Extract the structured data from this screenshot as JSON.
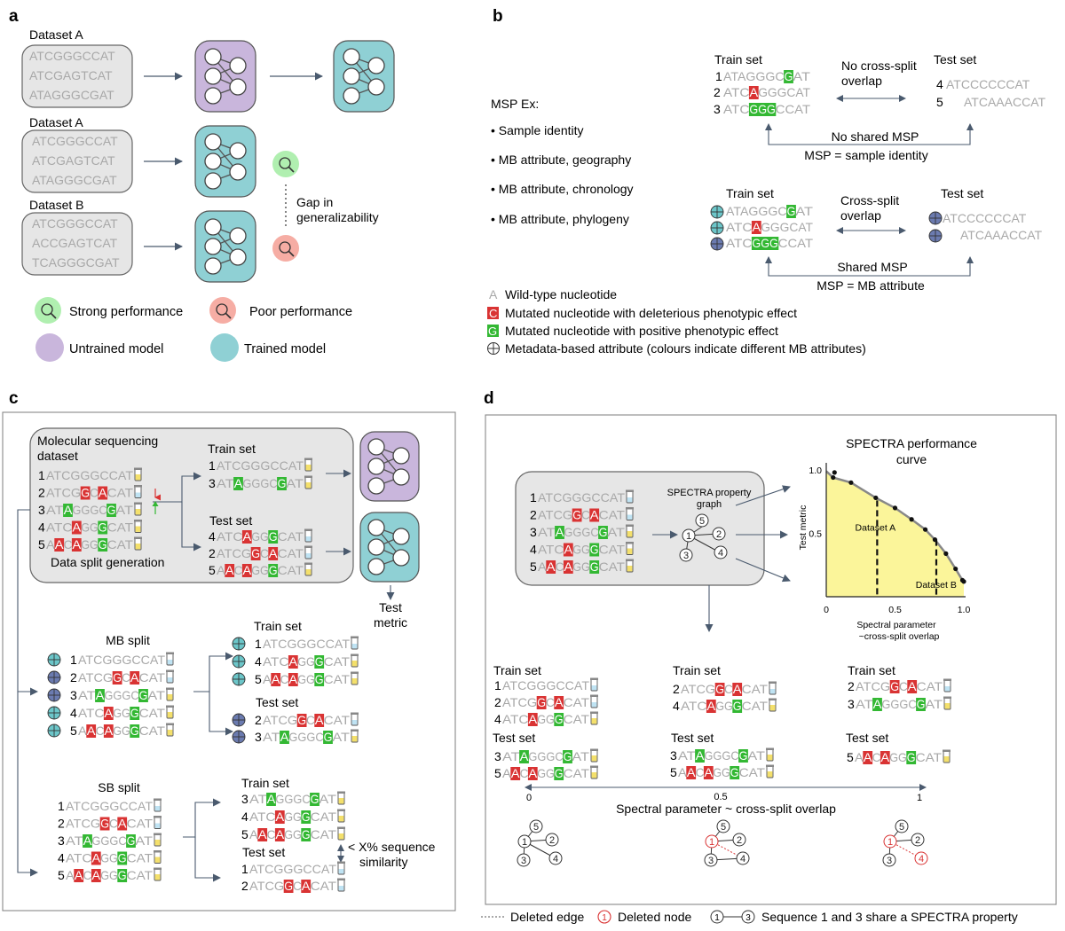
{
  "panels": {
    "a": "a",
    "b": "b",
    "c": "c",
    "d": "d"
  },
  "colors": {
    "purple": "#c9b6dc",
    "teal": "#8fd0d4",
    "gray_box": "#e6e6e6",
    "mut_red": "#d93333",
    "pos_green": "#33b833",
    "wild_gray": "#a8a8a8",
    "yellow_fill": "#fbf59a",
    "arrow": "#4a5a6e"
  },
  "panel_a": {
    "dataset_a1": {
      "title": "Dataset A",
      "seqs": [
        "ATCGGGCCAT",
        "ATCGAGTCAT",
        "ATAGGGCGAT"
      ]
    },
    "dataset_a2": {
      "title": "Dataset A",
      "seqs": [
        "ATCGGGCCAT",
        "ATCGAGTCAT",
        "ATAGGGCGAT"
      ]
    },
    "dataset_b": {
      "title": "Dataset B",
      "seqs": [
        "ATCGGGCCAT",
        "ACCGAGTCAT",
        "TCAGGGCGAT"
      ]
    },
    "gap_label": [
      "Gap in",
      "generalizability"
    ],
    "legend": {
      "strong": "Strong performance",
      "poor": "Poor performance",
      "untrained": "Untrained model",
      "trained": "Trained model"
    }
  },
  "panel_b": {
    "msp_title": "MSP Ex:",
    "msp_items": [
      "• Sample identity",
      "• MB attribute, geography",
      "• MB attribute, chronology",
      "• MB attribute, phylogeny"
    ],
    "top": {
      "train_title": "Train set",
      "test_title": "Test set",
      "train_nums": [
        "1",
        "2",
        "3"
      ],
      "test_nums": [
        "4",
        "5"
      ],
      "overlap": [
        "No cross-split",
        "overlap"
      ],
      "shared": "No shared MSP",
      "msp_eq": "MSP = sample identity",
      "train_seqs": [
        [
          [
            "ATAGGGC",
            "g"
          ],
          [
            "G",
            "pos"
          ],
          [
            "AT",
            "g"
          ]
        ],
        [
          [
            "ATC",
            "g"
          ],
          [
            "A",
            "mut"
          ],
          [
            "GGGCAT",
            "g"
          ]
        ],
        [
          [
            "ATC",
            "g"
          ],
          [
            "GGG",
            "pos"
          ],
          [
            "CCAT",
            "g"
          ]
        ]
      ],
      "test_seqs": [
        "ATCCCCCCAT",
        "ATCAAACCAT"
      ]
    },
    "bottom": {
      "train_title": "Train set",
      "test_title": "Test set",
      "overlap": [
        "Cross-split",
        "overlap"
      ],
      "shared": "Shared MSP",
      "msp_eq": "MSP = MB attribute",
      "test_seqs": [
        "ATCCCCCCAT",
        "ATCAAACCAT"
      ]
    },
    "legend": {
      "wild_char": "A",
      "wild": "Wild-type nucleotide",
      "mut_char": "C",
      "mut": "Mutated nucleotide with deleterious phenotypic effect",
      "pos_char": "G",
      "pos": "Mutated nucleotide with positive phenotypic effect",
      "mb": "Metadata-based attribute (colours indicate different MB attributes)"
    }
  },
  "panel_c": {
    "dataset_title": [
      "Molecular sequencing",
      "dataset"
    ],
    "nums": [
      "1",
      "2",
      "3",
      "4",
      "5"
    ],
    "split_gen": "Data split generation",
    "train": "Train set",
    "test": "Test set",
    "test_metric": [
      "Test",
      "metric"
    ],
    "mb_split": "MB split",
    "sb_split": "SB split",
    "similarity": [
      "< X% sequence",
      "similarity"
    ],
    "seqs": {
      "s1": [
        [
          "ATCGGGCCAT",
          "g"
        ]
      ],
      "s2": [
        [
          "ATCG",
          "g"
        ],
        [
          "G",
          "mut"
        ],
        [
          "C",
          "g"
        ],
        [
          "A",
          "mut"
        ],
        [
          "CAT",
          "g"
        ]
      ],
      "s3": [
        [
          "AT",
          "g"
        ],
        [
          "A",
          "pos"
        ],
        [
          "GGGC",
          "g"
        ],
        [
          "G",
          "pos"
        ],
        [
          "AT",
          "g"
        ]
      ],
      "s4": [
        [
          "ATC",
          "g"
        ],
        [
          "A",
          "mut"
        ],
        [
          "GG",
          "g"
        ],
        [
          "G",
          "pos"
        ],
        [
          "CAT",
          "g"
        ]
      ],
      "s5": [
        [
          "A",
          "g"
        ],
        [
          "A",
          "mut"
        ],
        [
          "C",
          "g"
        ],
        [
          "A",
          "mut"
        ],
        [
          "GG",
          "g"
        ],
        [
          "G",
          "pos"
        ],
        [
          "CAT",
          "g"
        ]
      ]
    }
  },
  "panel_d": {
    "nums": [
      "1",
      "2",
      "3",
      "4",
      "5"
    ],
    "prop_graph": [
      "SPECTRA property",
      "graph"
    ],
    "curve_title": [
      "SPECTRA performance",
      "curve"
    ],
    "ylabel": "Test metric",
    "xlabel": [
      "Spectral parameter",
      "~cross-split overlap"
    ],
    "yticks": [
      "1.0",
      "0.5"
    ],
    "xticks": [
      "0",
      "0.5",
      "1.0"
    ],
    "dataset_a": "Dataset A",
    "dataset_b": "Dataset B",
    "curve_points": [
      [
        0.05,
        0.94
      ],
      [
        0.18,
        0.9
      ],
      [
        0.36,
        0.78
      ],
      [
        0.5,
        0.7
      ],
      [
        0.62,
        0.61
      ],
      [
        0.72,
        0.53
      ],
      [
        0.79,
        0.45
      ],
      [
        0.87,
        0.34
      ],
      [
        0.94,
        0.22
      ],
      [
        0.99,
        0.13
      ]
    ],
    "train": "Train set",
    "test": "Test set",
    "spectral_axis": "Spectral parameter ~ cross-split overlap",
    "spectral_ticks": [
      "0",
      "0.5",
      "1"
    ],
    "graph_nodes": [
      "5",
      "1",
      "2",
      "3",
      "4"
    ],
    "legend": {
      "deleted_edge": "Deleted edge",
      "deleted_node_num": "1",
      "deleted_node": "Deleted node",
      "n1": "1",
      "n3": "3",
      "share": "Sequence 1 and 3 share a SPECTRA property"
    }
  }
}
